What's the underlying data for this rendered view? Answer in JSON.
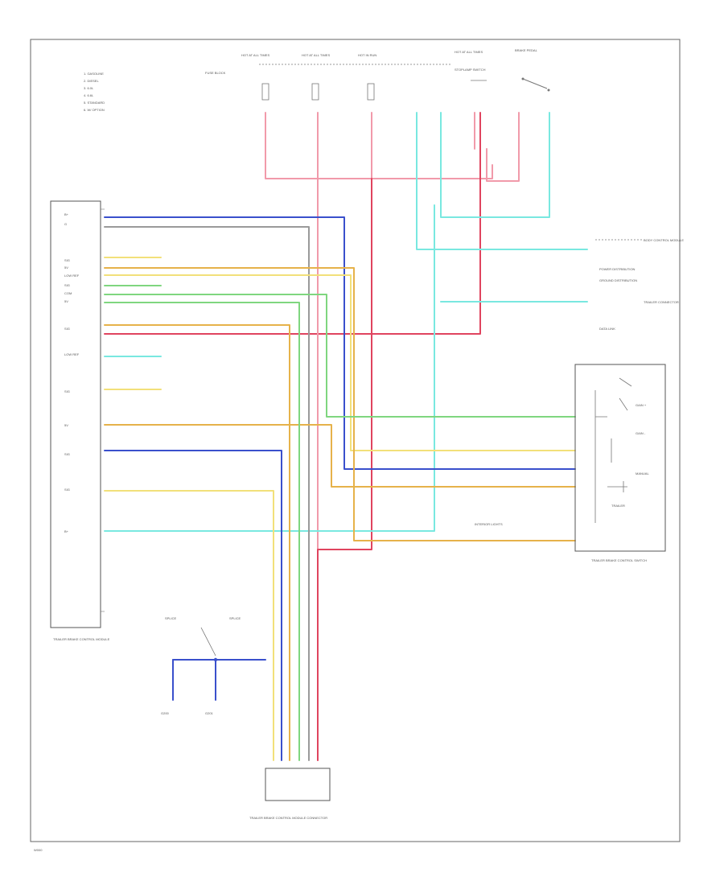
{
  "footer": {
    "code": "W000"
  },
  "legend": {
    "items": [
      "1. GASOLINE",
      "2. DIESEL",
      "3. 6.0L",
      "4. 6.6L",
      "5. STANDARD",
      "6. W/ OPTION"
    ]
  },
  "top_components": {
    "hot_at_all_times_1": "HOT AT ALL TIMES",
    "hot_at_all_times_2": "HOT AT ALL TIMES",
    "hot_in_run": "HOT IN RUN",
    "hot_at_all_times_3": "HOT AT ALL TIMES",
    "fuse_block": "FUSE BLOCK",
    "stoplamp_switch": "STOPLAMP SWITCH",
    "brake_pedal": "BRAKE PEDAL"
  },
  "module": {
    "name": "TRAILER BRAKE CONTROL MODULE",
    "pin_labels": [
      "B+",
      "G",
      "SIG",
      "5V",
      "LOW REF",
      "SIG",
      "COM",
      "5V",
      "SIG",
      "LOW REF",
      "SIG",
      "5V",
      "SIG",
      "SIG",
      "B+"
    ]
  },
  "right_labels": {
    "body_control_module": "BODY CONTROL MODULE",
    "trailer_connector": "TRAILER CONNECTOR",
    "power_distribution": "POWER DISTRIBUTION",
    "ground_distribution": "GROUND DISTRIBUTION",
    "data_link": "DATA LINK"
  },
  "control_switch": {
    "name": "TRAILER BRAKE CONTROL SWITCH",
    "labels": [
      "GAIN +",
      "GAIN -",
      "MANUAL",
      "TRAILER"
    ]
  },
  "bottom_components": {
    "splice_1": "SPLICE",
    "splice_2": "SPLICE",
    "ground_1": "G200",
    "ground_2": "G201",
    "connector": "TRAILER BRAKE CONTROL MODULE CONNECTOR",
    "interior_lights": "INTERIOR LIGHTS"
  },
  "colors": {
    "pink": "#f19aaa",
    "red": "#e0445f",
    "blue": "#3a50cc",
    "green": "#7fd67f",
    "cyan": "#79e8e0",
    "yellow": "#f2e07a",
    "orange": "#e6b24a",
    "gray": "#9a9a9a",
    "line": "#555555"
  }
}
